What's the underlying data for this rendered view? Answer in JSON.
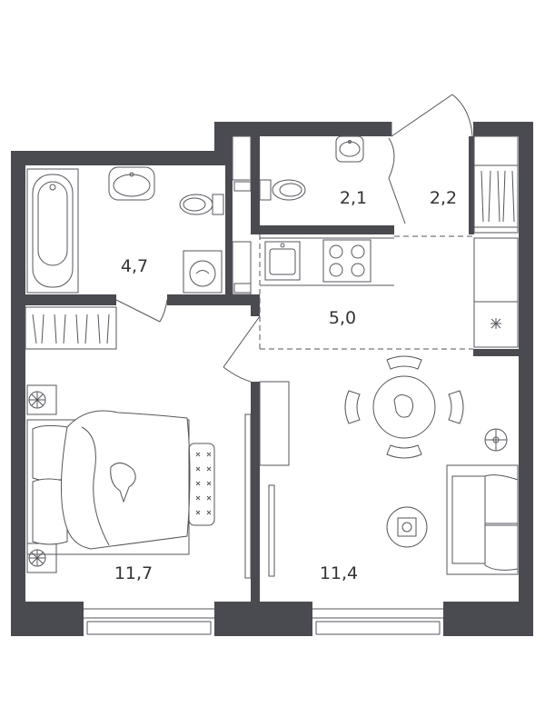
{
  "colors": {
    "wall": "#4a4b51",
    "line": "#55565c",
    "background": "#ffffff"
  },
  "rooms": [
    {
      "id": "bathroom",
      "area": "4,7"
    },
    {
      "id": "toilet",
      "area": "2,1"
    },
    {
      "id": "hall-closet",
      "area": "2,2"
    },
    {
      "id": "kitchen",
      "area": "5,0"
    },
    {
      "id": "bedroom",
      "area": "11,7"
    },
    {
      "id": "living-room",
      "area": "11,4"
    }
  ],
  "icons": [
    "bathtub-icon",
    "sink-icon",
    "toilet-icon",
    "washing-machine-icon",
    "stove-icon",
    "wardrobe-icon",
    "bed-icon",
    "dining-table-icon",
    "sofa-icon",
    "plant-icon",
    "lamp-icon"
  ]
}
